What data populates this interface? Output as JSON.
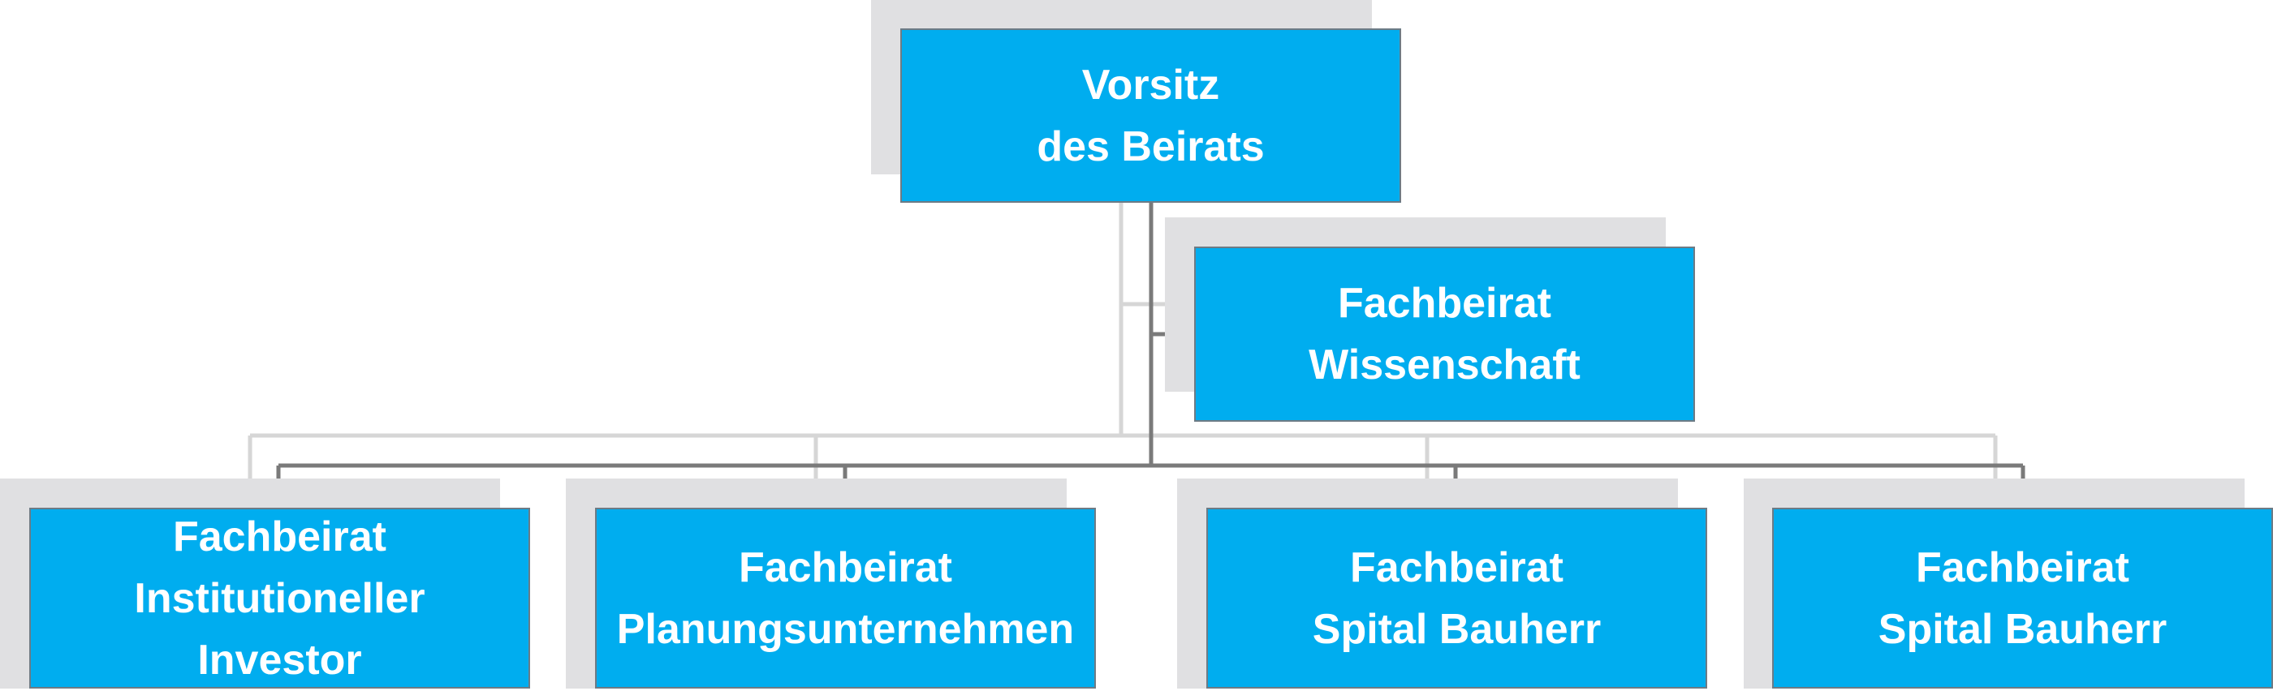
{
  "colors": {
    "node_fill": "#00adef",
    "node_border": "#6d7b85",
    "node_text": "#ffffff",
    "shadow": "#e0e0e2",
    "connector": "#7a7a7a",
    "connector_ghost": "#d6d6d6"
  },
  "nodes": {
    "chair": {
      "line1": "Vorsitz",
      "line2": "des Beirats"
    },
    "science": {
      "line1": "Fachbeirat",
      "line2": "Wissenschaft"
    },
    "investor": {
      "line1": "Fachbeirat",
      "line2": "Institutioneller",
      "line3": "Investor"
    },
    "planning": {
      "line1": "Fachbeirat",
      "line2": "Planungsunternehmen"
    },
    "hospital_1": {
      "line1": "Fachbeirat",
      "line2": "Spital Bauherr"
    },
    "hospital_2": {
      "line1": "Fachbeirat",
      "line2": "Spital Bauherr"
    }
  }
}
